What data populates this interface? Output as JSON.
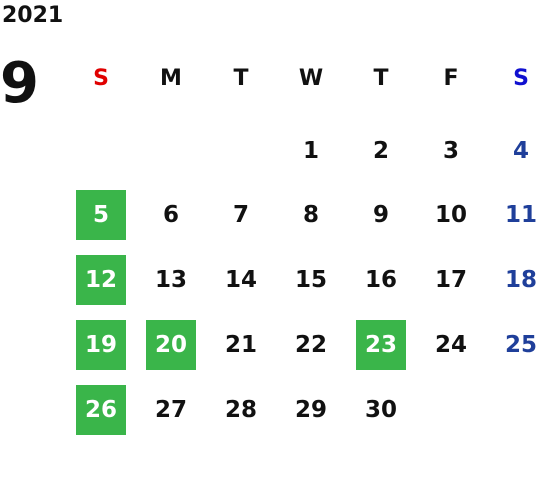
{
  "year": "2021",
  "month": "9",
  "weekdays": [
    "S",
    "M",
    "T",
    "W",
    "T",
    "F",
    "S"
  ],
  "colors": {
    "sunday_header": "#e00000",
    "saturday_header": "#1010d0",
    "saturday_day": "#1f3f9a",
    "highlight": "#3ab54a"
  },
  "days": [
    {
      "n": "1",
      "col": 3,
      "row": 0,
      "hl": false
    },
    {
      "n": "2",
      "col": 4,
      "row": 0,
      "hl": false
    },
    {
      "n": "3",
      "col": 5,
      "row": 0,
      "hl": false
    },
    {
      "n": "4",
      "col": 6,
      "row": 0,
      "hl": false
    },
    {
      "n": "5",
      "col": 0,
      "row": 1,
      "hl": true
    },
    {
      "n": "6",
      "col": 1,
      "row": 1,
      "hl": false
    },
    {
      "n": "7",
      "col": 2,
      "row": 1,
      "hl": false
    },
    {
      "n": "8",
      "col": 3,
      "row": 1,
      "hl": false
    },
    {
      "n": "9",
      "col": 4,
      "row": 1,
      "hl": false
    },
    {
      "n": "10",
      "col": 5,
      "row": 1,
      "hl": false
    },
    {
      "n": "11",
      "col": 6,
      "row": 1,
      "hl": false
    },
    {
      "n": "12",
      "col": 0,
      "row": 2,
      "hl": true
    },
    {
      "n": "13",
      "col": 1,
      "row": 2,
      "hl": false
    },
    {
      "n": "14",
      "col": 2,
      "row": 2,
      "hl": false
    },
    {
      "n": "15",
      "col": 3,
      "row": 2,
      "hl": false
    },
    {
      "n": "16",
      "col": 4,
      "row": 2,
      "hl": false
    },
    {
      "n": "17",
      "col": 5,
      "row": 2,
      "hl": false
    },
    {
      "n": "18",
      "col": 6,
      "row": 2,
      "hl": false
    },
    {
      "n": "19",
      "col": 0,
      "row": 3,
      "hl": true
    },
    {
      "n": "20",
      "col": 1,
      "row": 3,
      "hl": true
    },
    {
      "n": "21",
      "col": 2,
      "row": 3,
      "hl": false
    },
    {
      "n": "22",
      "col": 3,
      "row": 3,
      "hl": false
    },
    {
      "n": "23",
      "col": 4,
      "row": 3,
      "hl": true
    },
    {
      "n": "24",
      "col": 5,
      "row": 3,
      "hl": false
    },
    {
      "n": "25",
      "col": 6,
      "row": 3,
      "hl": false
    },
    {
      "n": "26",
      "col": 0,
      "row": 4,
      "hl": true
    },
    {
      "n": "27",
      "col": 1,
      "row": 4,
      "hl": false
    },
    {
      "n": "28",
      "col": 2,
      "row": 4,
      "hl": false
    },
    {
      "n": "29",
      "col": 3,
      "row": 4,
      "hl": false
    },
    {
      "n": "30",
      "col": 4,
      "row": 4,
      "hl": false
    }
  ]
}
